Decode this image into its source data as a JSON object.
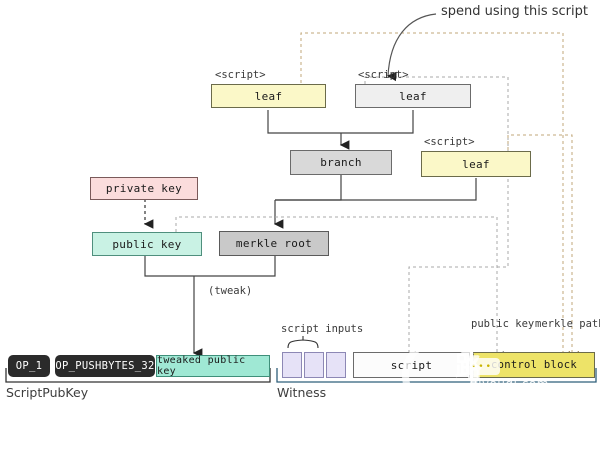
{
  "diagram": {
    "title_note": "spend using this script",
    "nodes": {
      "leaf1": {
        "label": "leaf",
        "tag": "<script>"
      },
      "leaf2": {
        "label": "leaf",
        "tag": "<script>"
      },
      "leaf3": {
        "label": "leaf",
        "tag": "<script>"
      },
      "branch": {
        "label": "branch"
      },
      "private_key": {
        "label": "private key"
      },
      "public_key": {
        "label": "public key"
      },
      "merkle_root": {
        "label": "merkle root"
      },
      "tweak": {
        "label": "(tweak)"
      },
      "tweaked_public_key": {
        "label": "tweaked public key"
      }
    },
    "scriptpubkey": {
      "caption": "ScriptPubKey",
      "ops": [
        "OP_1",
        "OP_PUSHBYTES_32"
      ]
    },
    "witness": {
      "caption": "Witness",
      "script_inputs_label": "script inputs",
      "inputs": [
        "",
        "",
        ""
      ],
      "script_label": "script",
      "control_block_label": "control block",
      "public_key_label": "public key",
      "merkle_path_label": "merkle path"
    },
    "colors": {
      "leaf_yellow": "#fbf8c8",
      "leaf_gray": "#efefef",
      "branch_gray": "#d9d9d9",
      "private_pink": "#fbdcdc",
      "public_teal": "#c9f2e4",
      "merkle_gray": "#c9c9c9",
      "tweaked_teal": "#9fe8d4",
      "control_block_yellow": "#ede368",
      "witness_input_lavender": "#e6e2f7",
      "op_black": "#2b2b2b",
      "wire_gray": "#9a9a9a",
      "wire_tan": "#b59a6a"
    },
    "watermark": {
      "cn": "路由器",
      "site": "luyouqi.com"
    }
  }
}
